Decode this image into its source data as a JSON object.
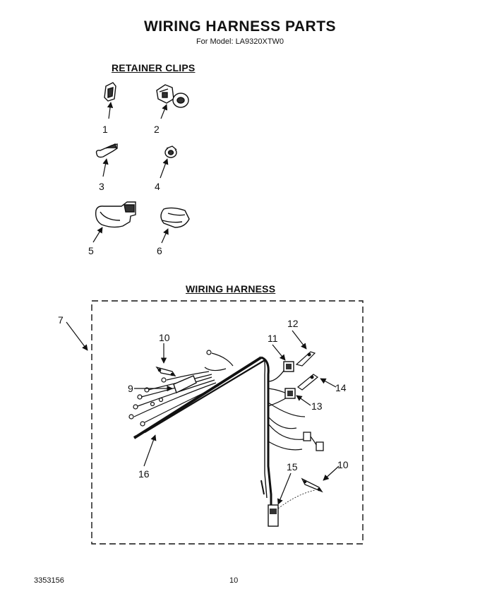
{
  "header": {
    "title": "WIRING HARNESS PARTS",
    "model": "For Model: LA9320XTW0"
  },
  "retainer_clips": {
    "heading": "RETAINER CLIPS",
    "items": [
      "1",
      "2",
      "3",
      "4",
      "5",
      "6"
    ]
  },
  "wiring_harness": {
    "heading": "WIRING HARNESS",
    "callouts": [
      "7",
      "10",
      "12",
      "11",
      "9",
      "14",
      "13",
      "16",
      "15",
      "10"
    ]
  },
  "footer": {
    "doc_number": "3353156",
    "page_number": "10"
  }
}
